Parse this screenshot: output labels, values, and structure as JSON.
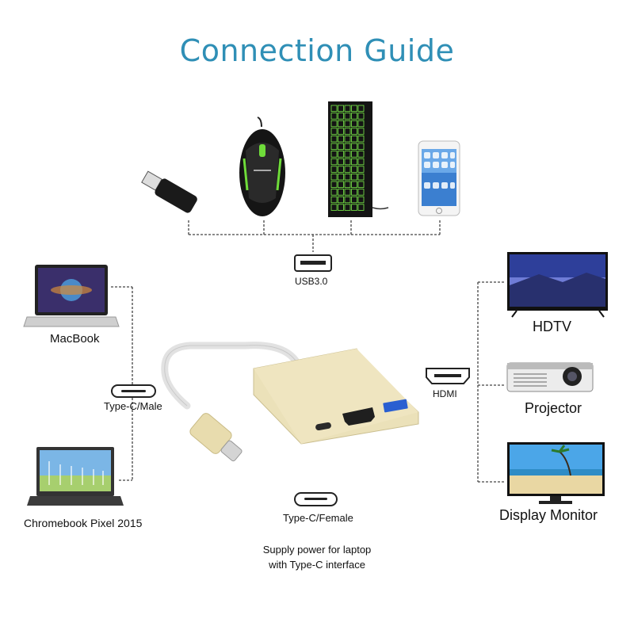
{
  "title": "Connection Guide",
  "ports": {
    "usb": "USB3.0",
    "hdmi": "HDMI",
    "typec_male": "Type-C/Male",
    "typec_female": "Type-C/Female"
  },
  "devices": {
    "macbook": "MacBook",
    "chromebook": "Chromebook Pixel 2015",
    "hdtv": "HDTV",
    "projector": "Projector",
    "display_monitor": "Display Monitor"
  },
  "note": {
    "line1": "Supply power for laptop",
    "line2": "with Type-C interface"
  }
}
